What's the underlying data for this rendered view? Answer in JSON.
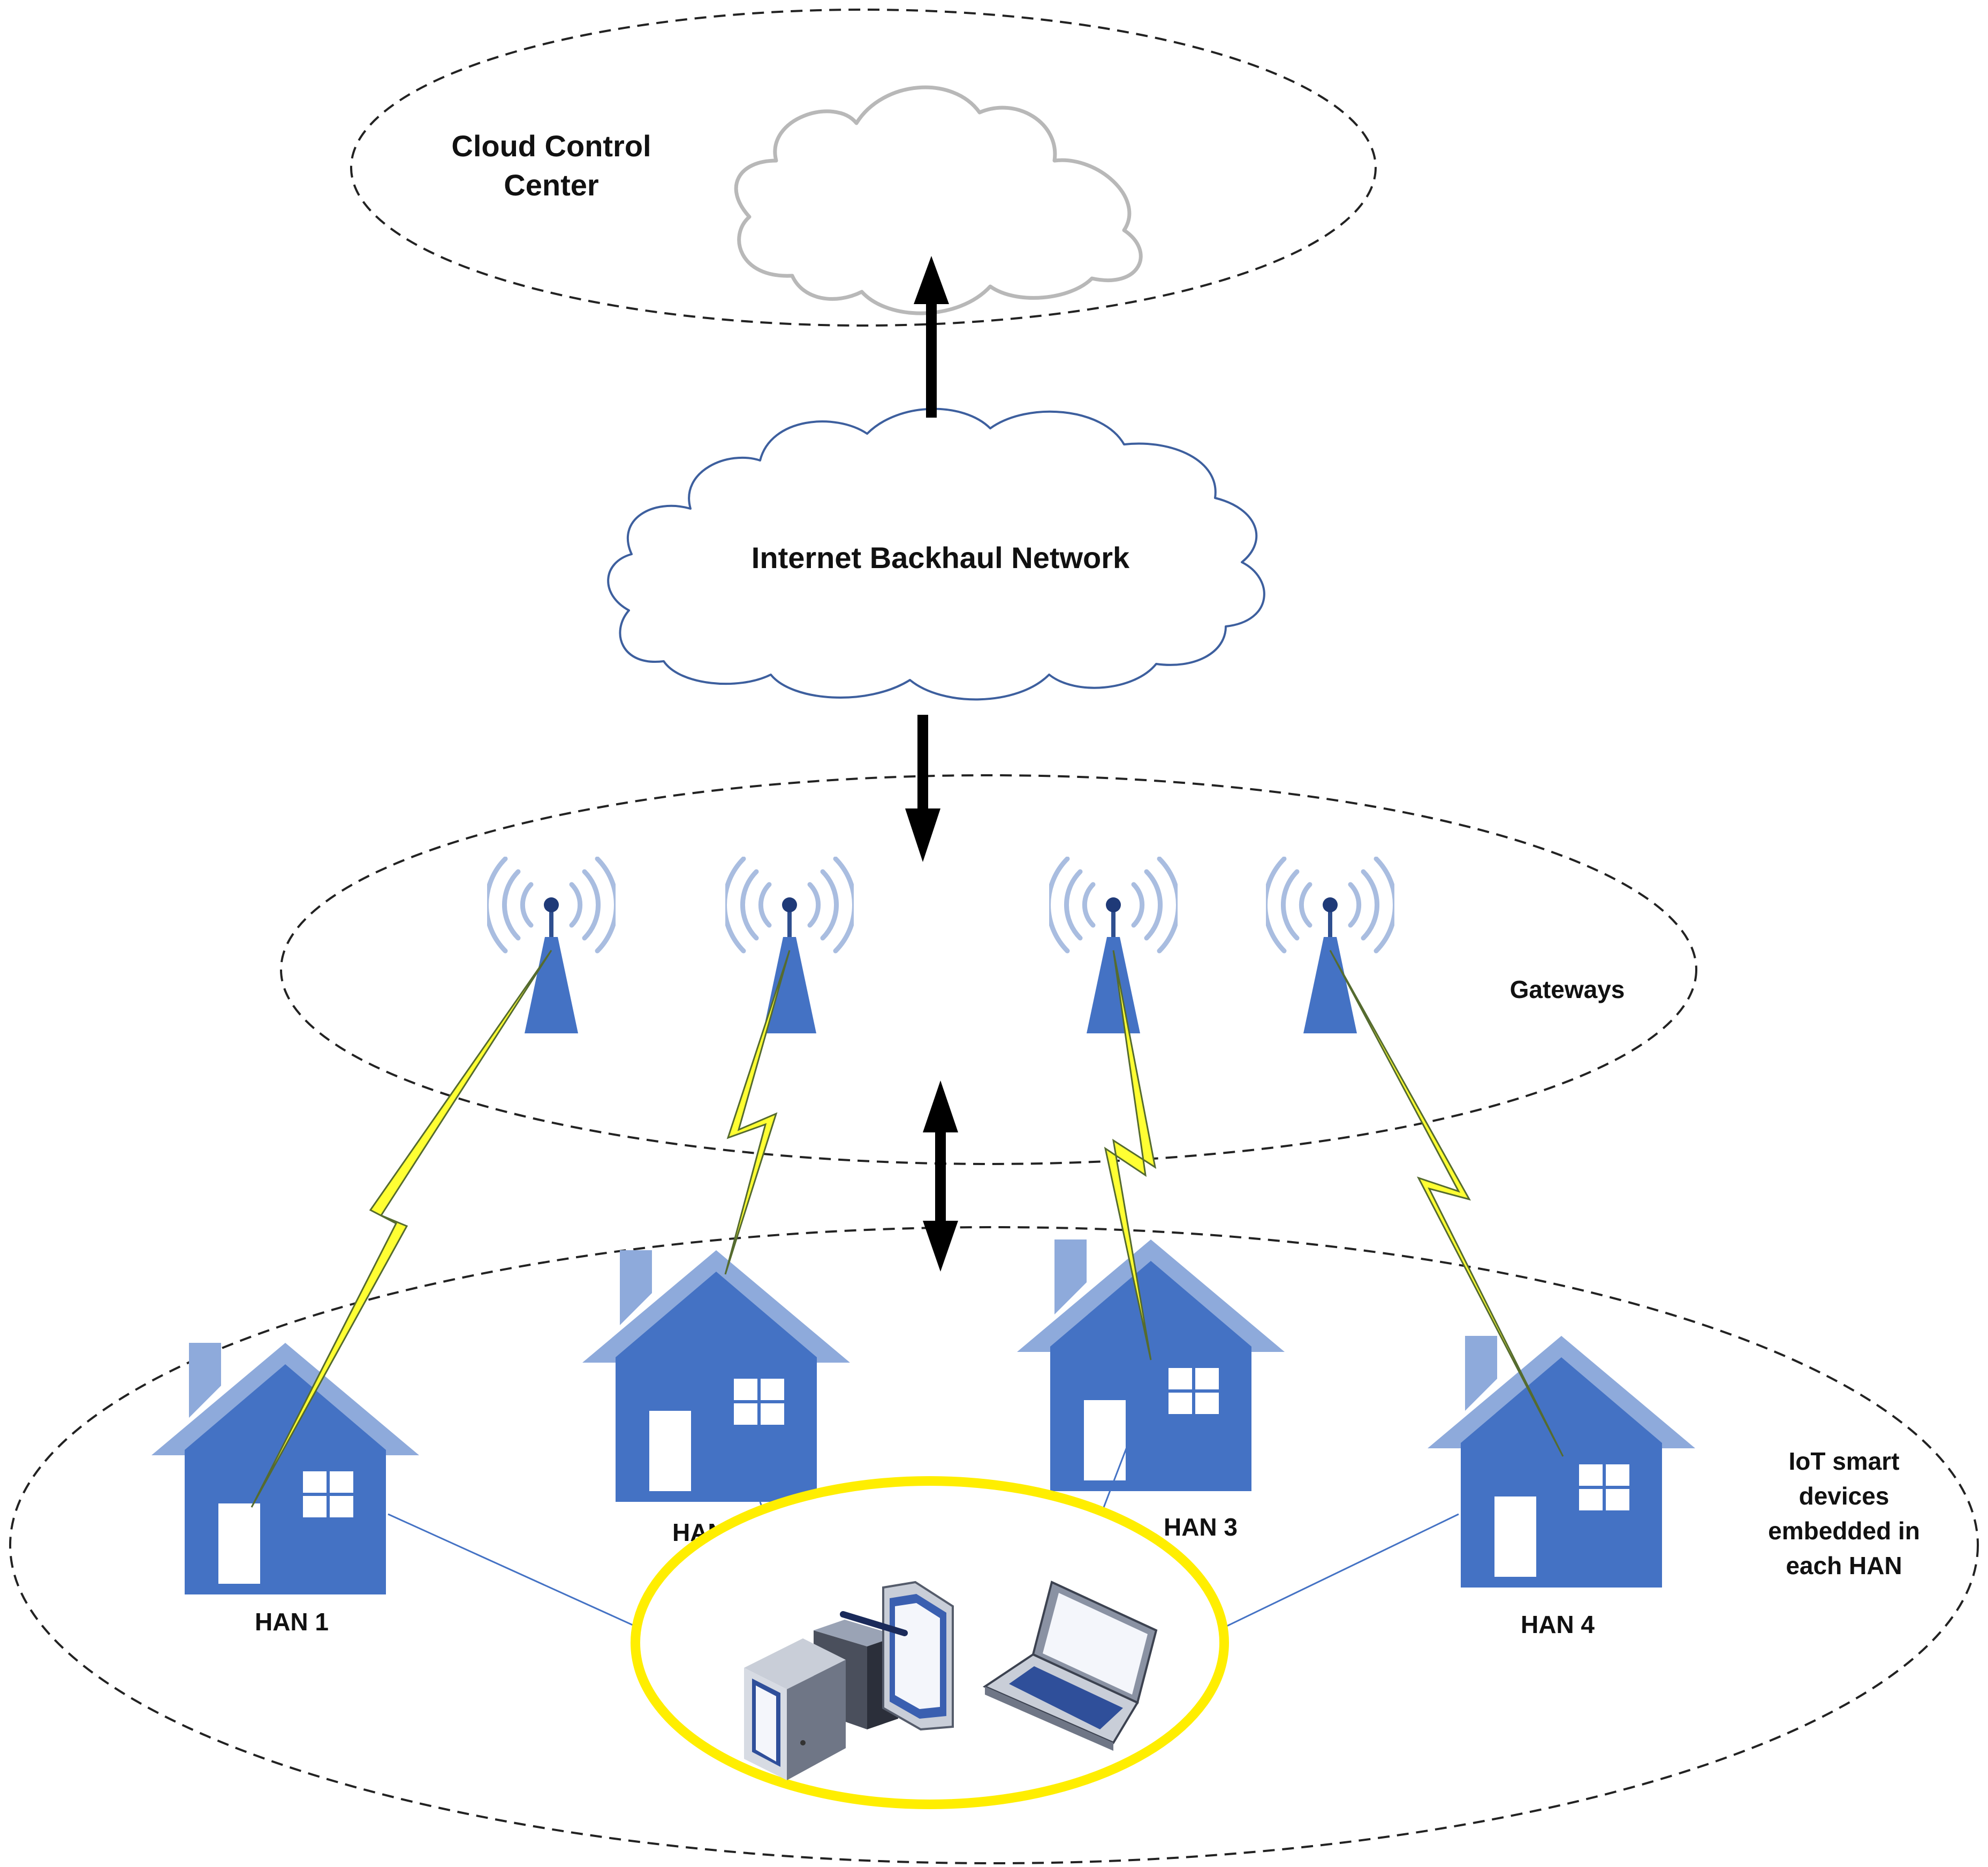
{
  "labels": {
    "cloud_center_line1": "Cloud Control",
    "cloud_center_line2": "Center",
    "backhaul": "Internet Backhaul Network",
    "gateways": "Gateways",
    "han1": "HAN 1",
    "han2": "HAN 2",
    "han3": "HAN 3",
    "han4": "HAN 4",
    "iot_line1": "IoT smart",
    "iot_line2": "devices",
    "iot_line3": "embedded in",
    "iot_line4": "each HAN"
  },
  "colors": {
    "house_body": "#4472c4",
    "house_roof": "#8eaadb",
    "tower": "#4472c4",
    "signal_waves": "#a9bde0",
    "lightning": "#ffff33",
    "device_ring": "#ffee00",
    "cloud_top_stroke": "#b8b8b8",
    "cloud_backhaul_stroke": "#3d5f9e",
    "link_line": "#4472c4"
  },
  "icons": [
    "cloud-icon",
    "antenna-tower-icon",
    "house-icon",
    "desktop-computer-icon",
    "tablet-icon",
    "laptop-icon"
  ]
}
